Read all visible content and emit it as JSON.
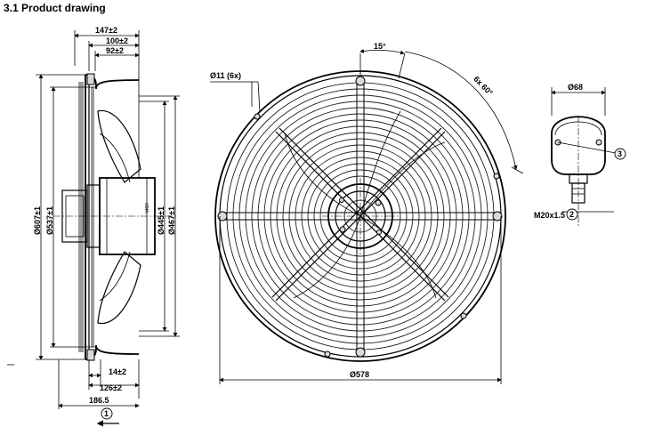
{
  "heading": "3.1 Product drawing",
  "side_view": {
    "dim_147": "147±2",
    "dim_100": "100±2",
    "dim_92": "92±2",
    "dim_607": "Ø607±1",
    "dim_537": "Ø537±1",
    "dim_445": "Ø445±1",
    "dim_467": "Ø467±1",
    "dim_14": "14±2",
    "dim_126": "126±2",
    "dim_186": "186.5",
    "callout_1": "1"
  },
  "front_view": {
    "dim_15deg": "15°",
    "dim_hole": "Ø11 (6x)",
    "dim_6x60": "6x 60°",
    "dim_578": "Ø578"
  },
  "detail_view": {
    "dim_68": "Ø68",
    "callout_3": "3",
    "thread": "M20x1.5",
    "callout_2": "2"
  }
}
